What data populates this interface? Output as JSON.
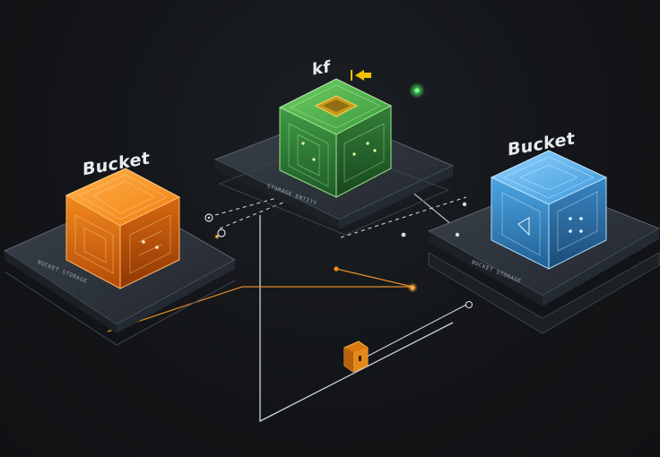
{
  "diagram": {
    "nodes": [
      {
        "id": "left",
        "label": "Bucket",
        "caption": "BUCKET STORAGE",
        "color": "#f08a1c"
      },
      {
        "id": "center",
        "label": "kf",
        "caption": "STORAGE ENTITY",
        "color": "#3fa348"
      },
      {
        "id": "right",
        "label": "Bucket",
        "caption": "BUCKET STORAGE",
        "color": "#3b95d6"
      }
    ],
    "colors": {
      "background": "#131518",
      "orange": "#f08a1c",
      "green": "#3fa348",
      "blue": "#3b95d6",
      "yellow": "#f2c200",
      "line": "#c8ced6"
    },
    "icons": [
      "arrow-left-icon",
      "lock-icon",
      "node-dot-icon",
      "glow-dot-icon"
    ]
  }
}
